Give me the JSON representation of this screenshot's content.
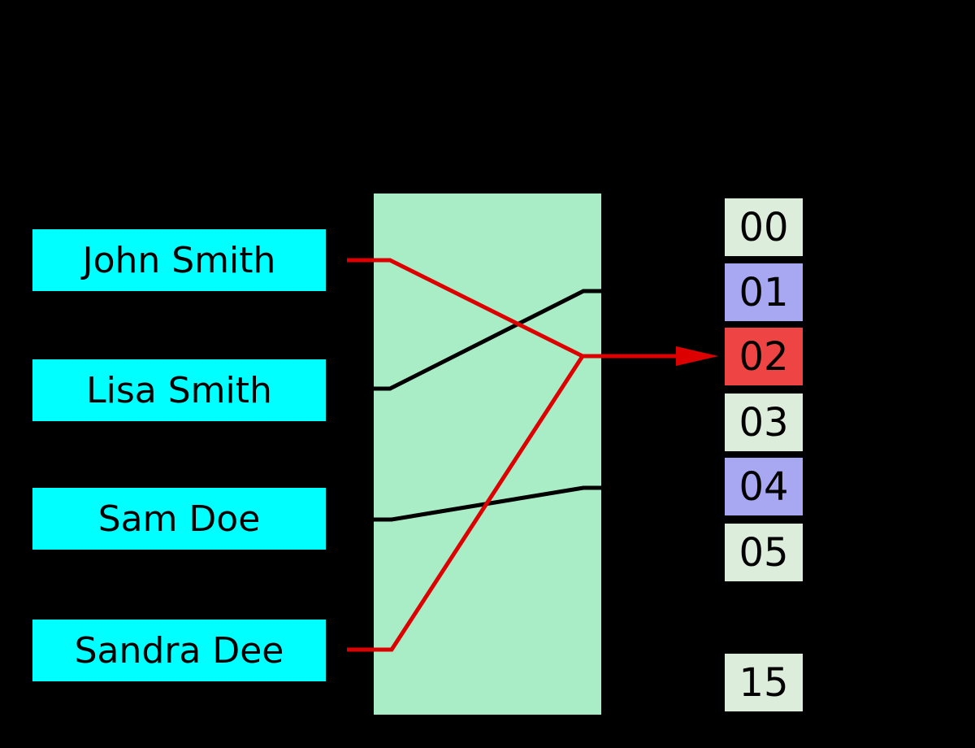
{
  "diagram": {
    "title": "hash function mapping keys to buckets with a collision",
    "keys": [
      {
        "label": "John Smith",
        "line_color": "#dd0000",
        "maps_to": "02"
      },
      {
        "label": "Lisa Smith",
        "line_color": "#000000",
        "maps_to": "01"
      },
      {
        "label": "Sam Doe",
        "line_color": "#000000",
        "maps_to": "04"
      },
      {
        "label": "Sandra Dee",
        "line_color": "#dd0000",
        "maps_to": "02"
      }
    ],
    "buckets": [
      {
        "label": "00",
        "state": "empty"
      },
      {
        "label": "01",
        "state": "occupied"
      },
      {
        "label": "02",
        "state": "collision"
      },
      {
        "label": "03",
        "state": "empty"
      },
      {
        "label": "04",
        "state": "occupied"
      },
      {
        "label": "05",
        "state": "empty"
      },
      {
        "label": "15",
        "state": "empty"
      }
    ],
    "colors": {
      "background": "#000000",
      "key_box": "#00ffff",
      "hash_box": "#a9edc7",
      "bucket_empty": "#ddeddb",
      "bucket_occupied": "#a8a8f2",
      "bucket_collision": "#ee4444",
      "collision_line": "#dd0000",
      "normal_line": "#000000",
      "text": "#000000"
    }
  }
}
